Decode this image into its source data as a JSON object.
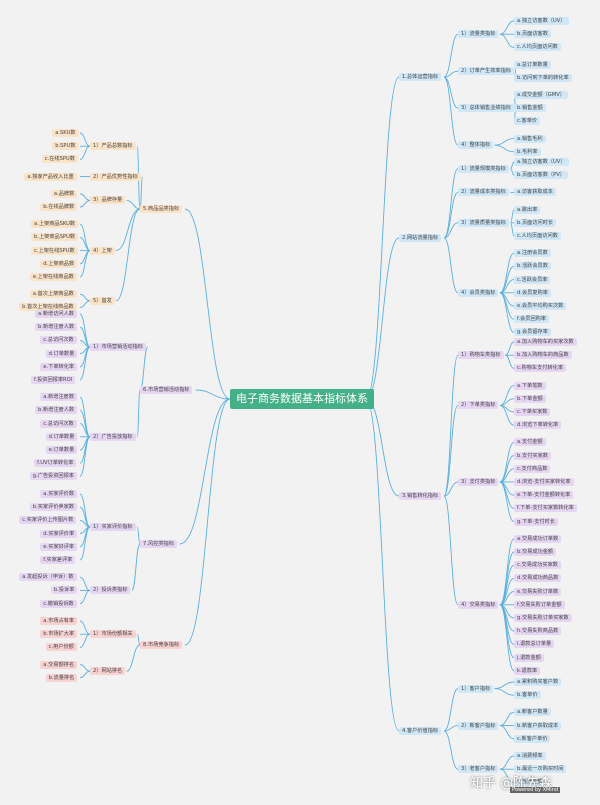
{
  "root": "电子商务数据基本指标体系",
  "colors": {
    "line": "#5ab0e0",
    "root": "#44b087",
    "blue": "#cfe7f7",
    "purple": "#e6d6f3",
    "orange": "#fbe3c8",
    "red": "#f9d2d2"
  },
  "watermark": {
    "site": "知乎 @陈先森",
    "footer": "Powered by XMind"
  },
  "right": [
    {
      "label": "1.总体运营指标",
      "color": "blue",
      "children": [
        {
          "label": "1）流量类指标",
          "items": [
            "a.独立访客数（UV）",
            "b.页面访客数",
            "c.人均页面访问数"
          ]
        },
        {
          "label": "2）订单产生效率指标",
          "items": [
            "a.总订单数量",
            "b.访问到下单的转化率"
          ]
        },
        {
          "label": "3）总体销售业绩指标",
          "items": [
            "a.成交金额（GMV）",
            "b.销售金额",
            "c.客单价"
          ]
        },
        {
          "label": "4）整体指标",
          "items": [
            "a.销售毛利",
            "b.毛利率"
          ]
        }
      ]
    },
    {
      "label": "2.网站流量指标",
      "color": "blue",
      "children": [
        {
          "label": "1）流量规模类指标",
          "items": [
            "a.独立访客数（UV）",
            "b.页面访客数（PV）"
          ]
        },
        {
          "label": "2）流量成本类指标",
          "items": [
            "a.访客获取成本"
          ]
        },
        {
          "label": "3）流量质量类指标",
          "items": [
            "a.跳出率",
            "b.页面访问时长",
            "c.人均页面访问数"
          ]
        },
        {
          "label": "4）会员类指标",
          "items": [
            "a.注册会员数",
            "b.活跃会员数",
            "c.活跃会员率",
            "d.会员复购率",
            "e.会员平均购买次数",
            "f.会员回购率",
            "g.会员留存率"
          ]
        }
      ]
    },
    {
      "label": "3.销售转化指标",
      "color": "purple",
      "children": [
        {
          "label": "1）购物车类指标",
          "items": [
            "a.加入购物车的买家次数",
            "b.加入购物车的商品数",
            "c.购物车支付转化率"
          ]
        },
        {
          "label": "2）下单类指标",
          "items": [
            "a.下单笔数",
            "b.下单金额",
            "c.下单买家数",
            "d.浏览下单转化率"
          ]
        },
        {
          "label": "3）支付类指标",
          "items": [
            "a.支付金额",
            "b.支付买家数",
            "c.支付商品数",
            "d.浏览-支付买家转化率",
            "e.下单-支付金额转化率",
            "f.下单-支付买家数转化率",
            "g.下单-支付时长"
          ]
        },
        {
          "label": "4）交易类指标",
          "items": [
            "a.交易成功订单数",
            "b.交易成功金额",
            "c.交易成功买家数",
            "d.交易成功商品数",
            "e.交易失败订单数",
            "f.交易失败订单金额",
            "g.交易失败订单买家数",
            "h.交易失败商品数",
            "i.退款总订单量",
            "j.退款金额",
            "k.退款率"
          ]
        }
      ]
    },
    {
      "label": "4.客户价值指标",
      "color": "blue",
      "children": [
        {
          "label": "1）客户指标",
          "items": [
            "a.累积购买客户数",
            "b.客单价"
          ]
        },
        {
          "label": "2）新客户指标",
          "items": [
            "a.新客户数量",
            "b.新客户获取成本",
            "c.新客户单价"
          ]
        },
        {
          "label": "3）老客户指标",
          "items": [
            "a.消费频率",
            "b.最近一次购买时间",
            "c.消费金额"
          ]
        }
      ]
    }
  ],
  "left": [
    {
      "label": "5.商品品类指标",
      "color": "orange",
      "children": [
        {
          "label": "1）产品总数指标",
          "items": [
            "a.SKU数",
            "b.SPU数",
            "c.在线SPU数"
          ]
        },
        {
          "label": "2）产品优势性指标",
          "items": [
            "a.独家产品收入比重"
          ]
        },
        {
          "label": "3）品牌存量",
          "items": [
            "a.品牌数",
            "b.在线品牌数"
          ]
        },
        {
          "label": "4）上架",
          "items": [
            "a.上架商品SKU数",
            "b.上架商品SPU数",
            "c.上架在线SPU数",
            "d.上架商品数",
            "e.上架在线商品数"
          ]
        },
        {
          "label": "5）首发",
          "items": [
            "a.首次上架商品数",
            "b.首次上架在线商品数"
          ]
        }
      ]
    },
    {
      "label": "6.市场营销活动指标",
      "color": "purple",
      "children": [
        {
          "label": "1）市场营销活动指标",
          "items": [
            "a.新增访问人数",
            "b.新增注册人数",
            "c.总访问次数",
            "d.订单数量",
            "e.下单转化率",
            "f.投资回报率ROI"
          ]
        },
        {
          "label": "2）广告投放指标",
          "items": [
            "a.新增注册数",
            "b.新增注册人数",
            "c.总访问次数",
            "d.订单数量",
            "e.订单数量",
            "f.UV订单转化率",
            "g.广告投资回报率"
          ]
        }
      ]
    },
    {
      "label": "7.风控类指标",
      "color": "purple",
      "children": [
        {
          "label": "1）买家评价指标",
          "items": [
            "a.买家评价数",
            "b.买家评价卖家数",
            "c.买家评价上传图片数",
            "d.买家评价率",
            "e.买家好评率",
            "f.买家差评率"
          ]
        },
        {
          "label": "2）投诉类指标",
          "items": [
            "a.发起投诉（申诉）数",
            "b.投诉率",
            "c.撤销投诉数"
          ]
        }
      ]
    },
    {
      "label": "8.市场竞争指标",
      "color": "red",
      "children": [
        {
          "label": "1）市场份额相关",
          "items": [
            "a.市场占有率",
            "b.市场扩大率",
            "c.用户份额"
          ]
        },
        {
          "label": "2）网站排名",
          "items": [
            "a.交易额排名",
            "b.流量排名"
          ]
        }
      ]
    }
  ]
}
